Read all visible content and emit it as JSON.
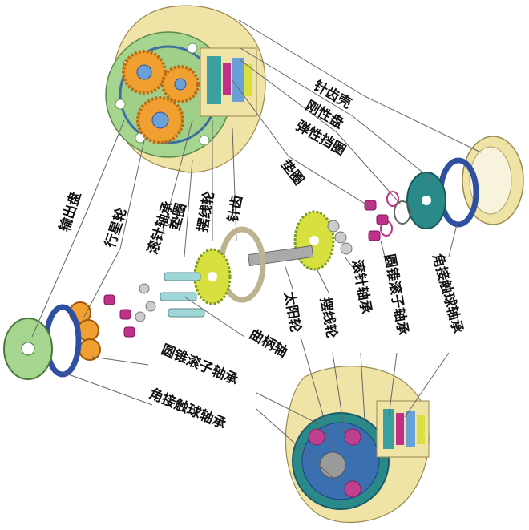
{
  "labels": {
    "housing": "针齿壳",
    "rigid_disk": "刚性盘",
    "retaining_ring": "弹性挡圈",
    "washer": "垫圈",
    "output_disk": "输出盘",
    "planet_gear": "行星轮",
    "needle_bearing": "滚针轴承",
    "gasket": "垫圈",
    "cycloid_gear": "摆线轮",
    "pin_gear": "针齿",
    "needle_bearing_right": "滚针轴承",
    "tapered_bearing_right": "圆锥滚子轴承",
    "angular_bearing_right": "角接触球轴承",
    "sun_gear": "太阳轮",
    "cycloid_gear_right": "摆线轮",
    "crankshaft": "曲柄轴",
    "tapered_bearing_left": "圆锥滚子轴承",
    "angular_bearing_left": "角接触球轴承"
  },
  "colors": {
    "housing": "#efe3a6",
    "output_disk_green": "#a6d58f",
    "planet_orange": "#f0a030",
    "cycloid_yellow": "#d8e040",
    "bearing_blue": "#2f4fa0",
    "teal": "#2a8a8a",
    "magenta": "#b0208a",
    "pin_cream": "#ece4c8"
  }
}
